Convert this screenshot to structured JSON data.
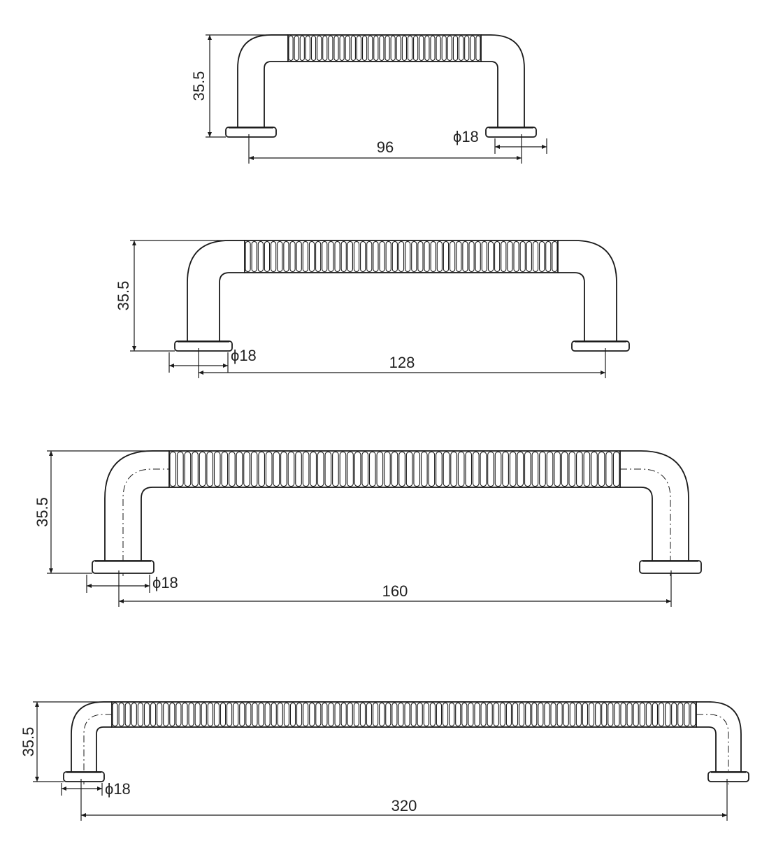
{
  "drawings": [
    {
      "id": "handle-96",
      "height_label": "35.5",
      "diameter_label": "ϕ18",
      "length_label": "96"
    },
    {
      "id": "handle-128",
      "height_label": "35.5",
      "diameter_label": "ϕ18",
      "length_label": "128"
    },
    {
      "id": "handle-160",
      "height_label": "35.5",
      "diameter_label": "ϕ18",
      "length_label": "160"
    },
    {
      "id": "handle-320",
      "height_label": "35.5",
      "diameter_label": "ϕ18",
      "length_label": "320"
    }
  ]
}
